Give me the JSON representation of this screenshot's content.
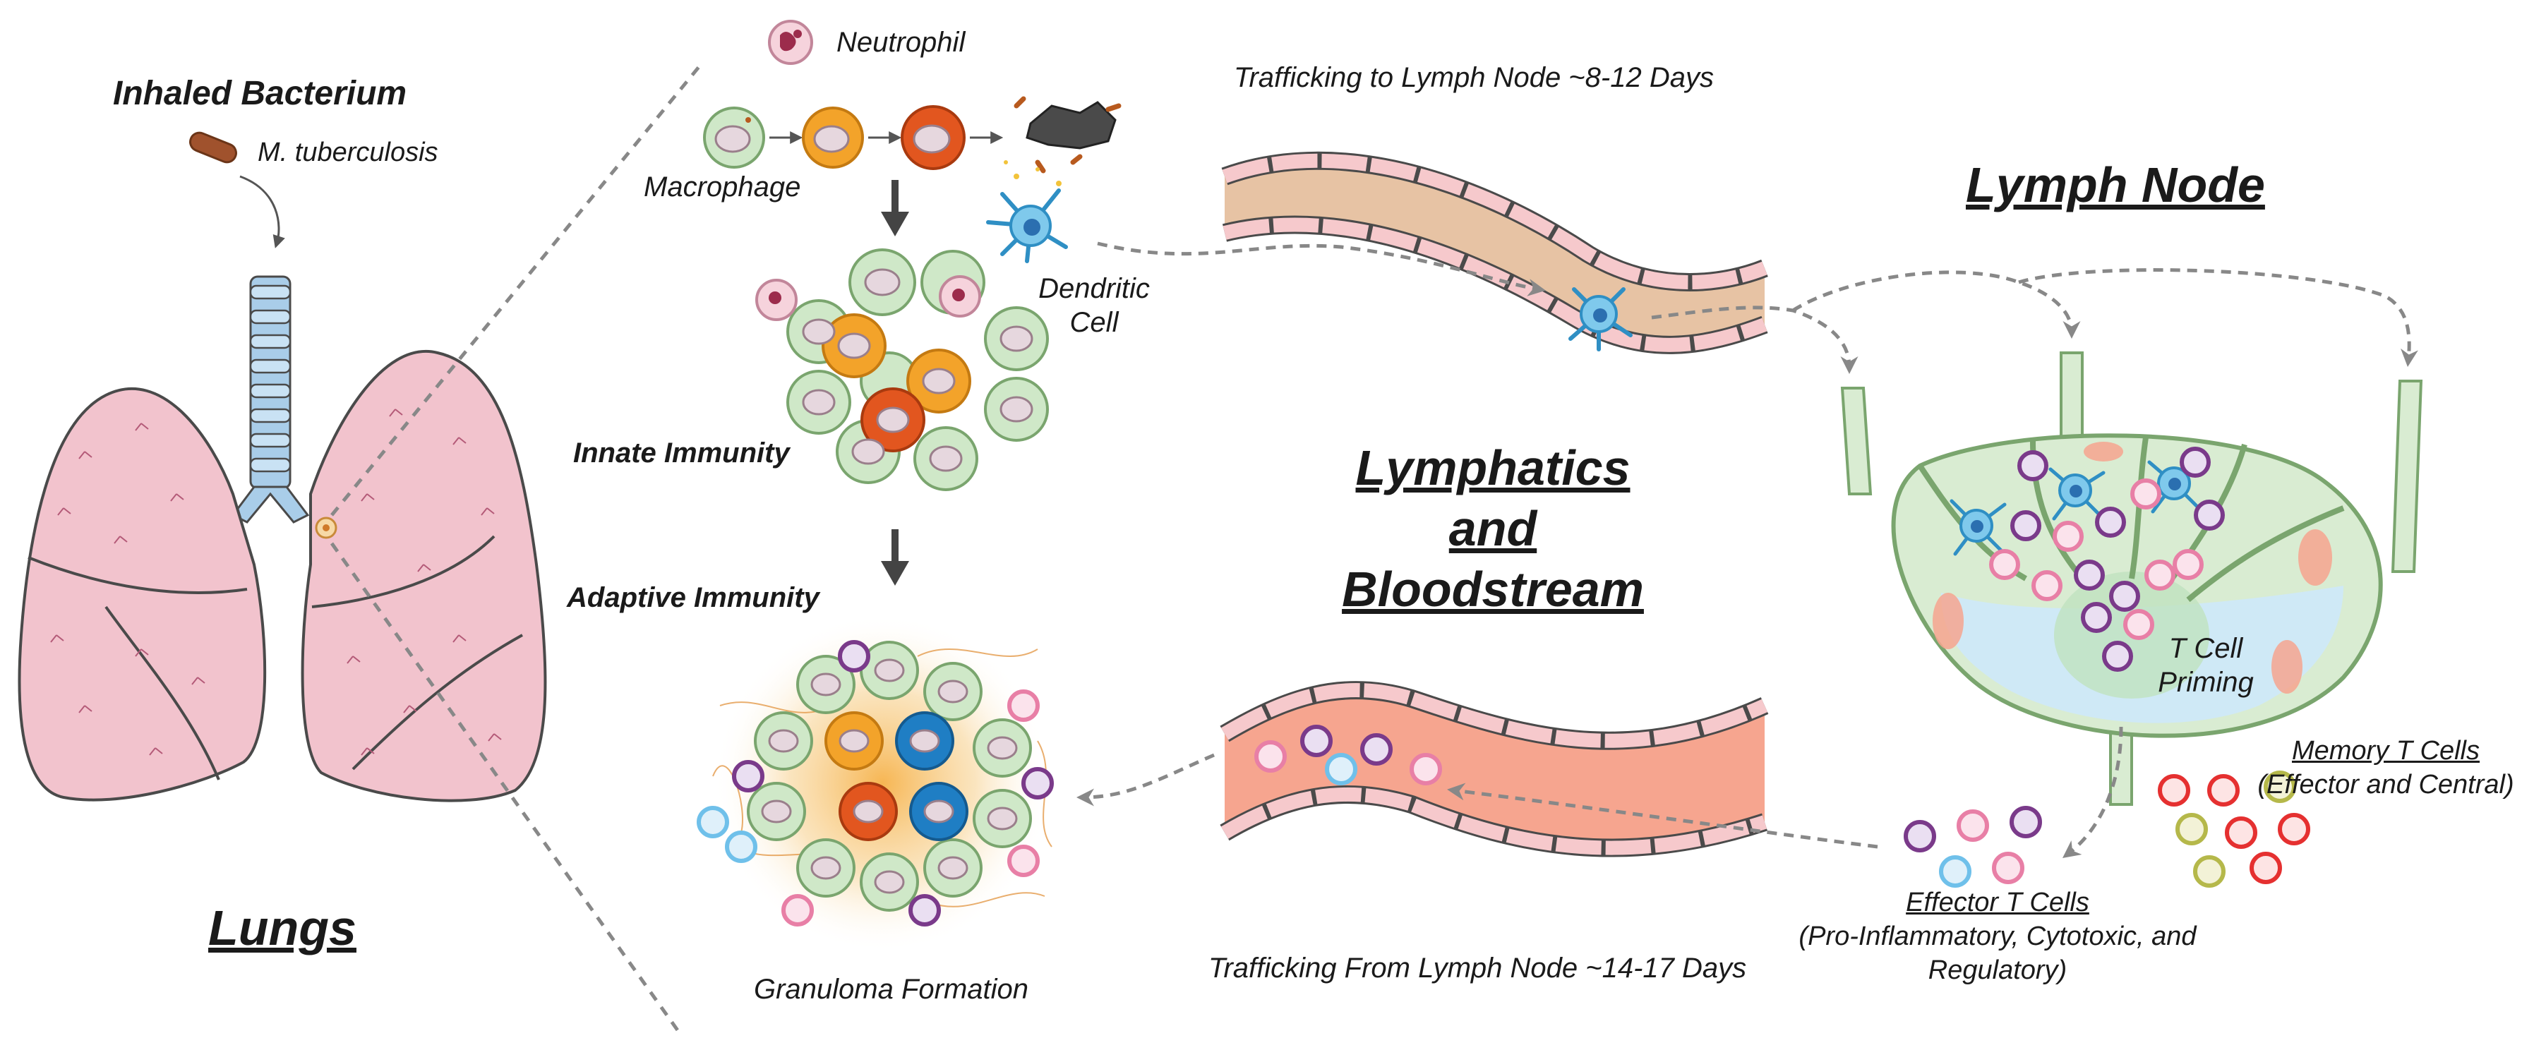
{
  "lungs_panel": {
    "inhaled_title": "Inhaled Bacterium",
    "bacterium_label": "M. tuberculosis",
    "lungs_title": "Lungs"
  },
  "immune_panel": {
    "neutrophil_label": "Neutrophil",
    "macrophage_label": "Macrophage",
    "dendritic_label_line1": "Dendritic",
    "dendritic_label_line2": "Cell",
    "innate_label": "Innate Immunity",
    "adaptive_label": "Adaptive Immunity",
    "granuloma_label": "Granuloma Formation"
  },
  "vessels": {
    "upper_label": "Trafficking to Lymph Node ~8-12 Days",
    "lower_label": "Trafficking From Lymph Node ~14-17 Days",
    "center_title_line1": "Lymphatics",
    "center_title_line2": "and",
    "center_title_line3": "Bloodstream"
  },
  "lymph_node_panel": {
    "title": "Lymph Node",
    "priming_line1": "T Cell",
    "priming_line2": "Priming",
    "memory_title": "Memory T Cells",
    "memory_subtitle": "(Effector and Central)",
    "effector_title": "Effector T Cells",
    "effector_subtitle_line1": "(Pro-Inflammatory, Cytotoxic, and",
    "effector_subtitle_line2": "Regulatory)"
  },
  "colors": {
    "lung_fill": "#f2c3cd",
    "lung_stroke": "#4a4a4a",
    "trachea": "#a9cde9",
    "macrophage_green": "#cfe8c8",
    "macrophage_orange": "#f3a32a",
    "macrophage_red": "#e2561f",
    "upper_vessel_fill": "#e7c3a4",
    "lower_vessel_fill": "#f6a58f",
    "vessel_wall": "#f6c9cc",
    "lymph_node_green": "#d9ecd2",
    "lymph_node_blue": "#cfe9f6",
    "t_cell_purple": "#7a3a8a",
    "t_cell_pink": "#e87fa6",
    "memory_red": "#e53030",
    "memory_olive": "#b5b84a",
    "dendritic_blue": "#3aa5d9",
    "arrow_gray": "#888888"
  }
}
